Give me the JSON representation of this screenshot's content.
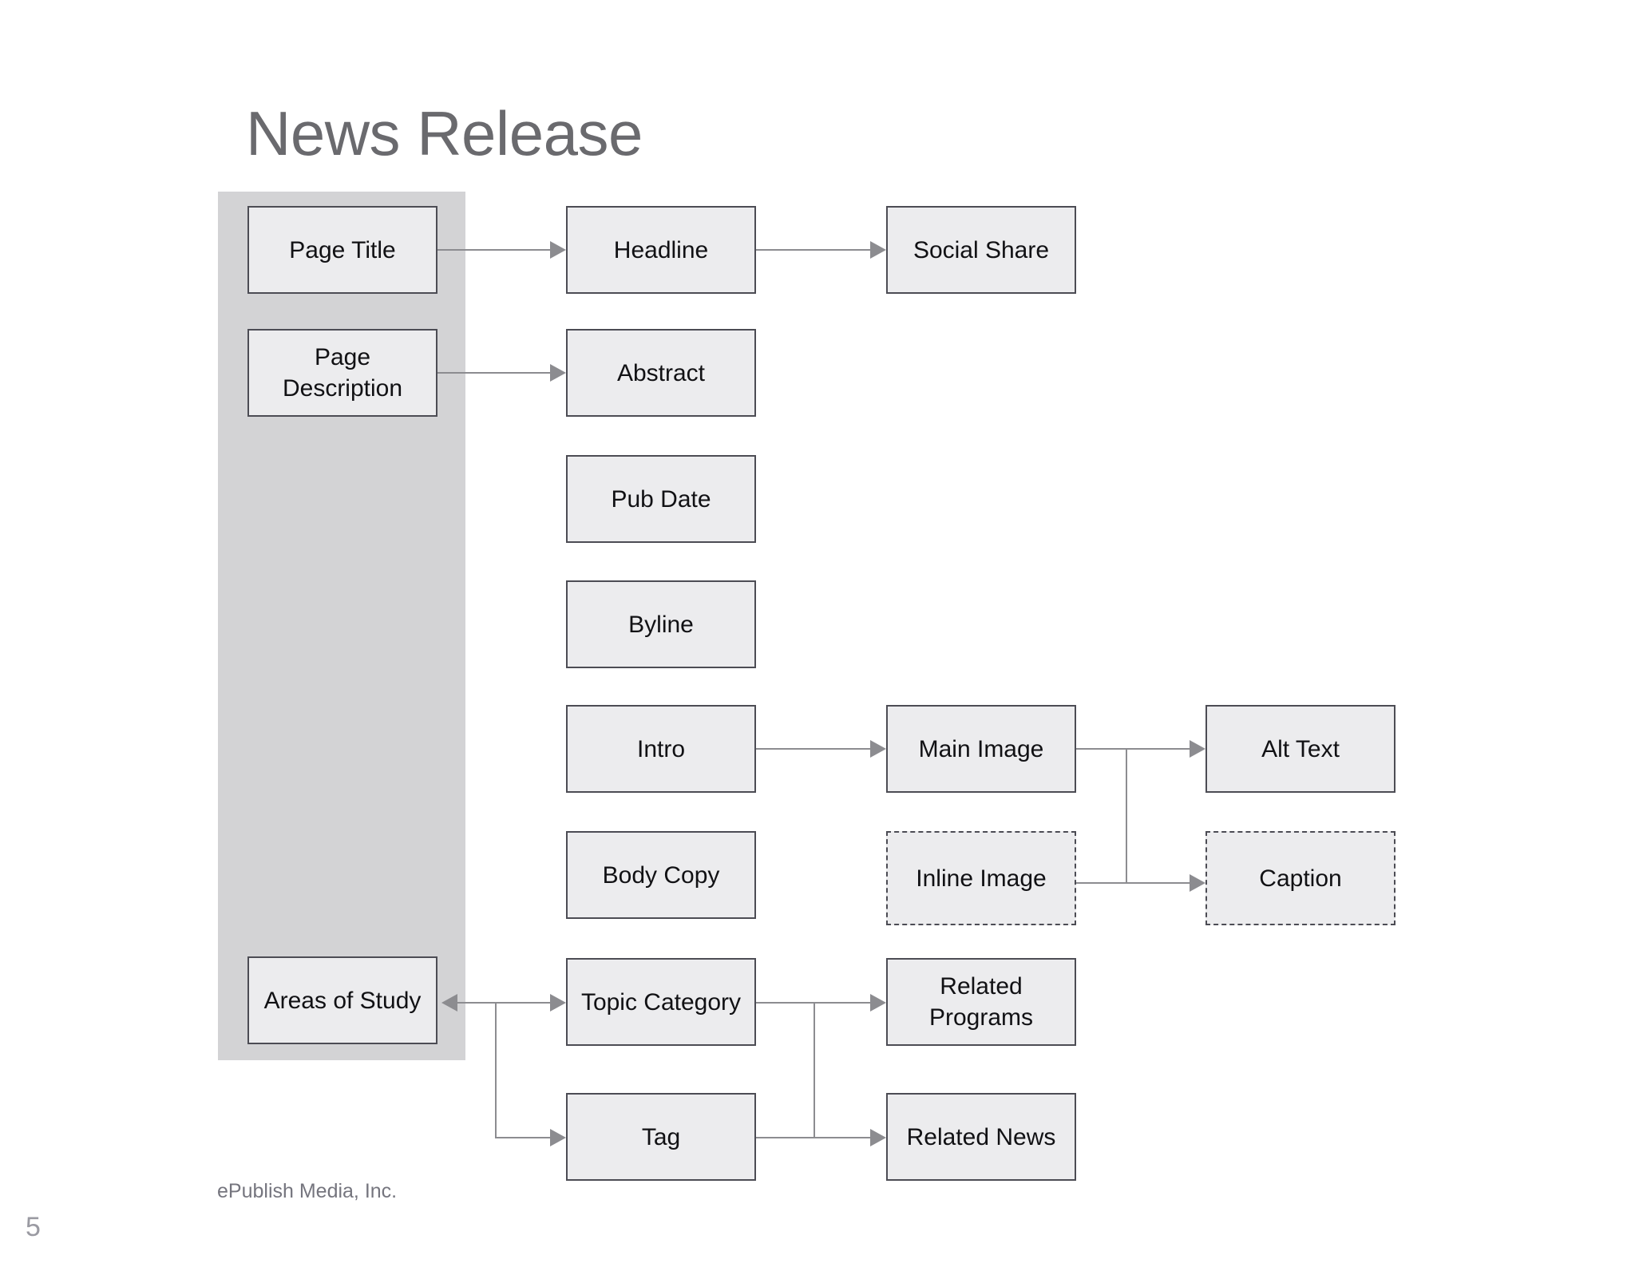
{
  "slide": {
    "title": "News Release",
    "footer_credit": "ePublish Media, Inc.",
    "page_number": "5",
    "background_color": "#ffffff",
    "title_color": "#6a6a6e",
    "highlight_column_color": "#d3d3d5",
    "node_fill_color": "#ececee",
    "node_border_color": "#4c4c54",
    "connector_color": "#8c8c90"
  },
  "diagram": {
    "type": "flow-diagram",
    "columns": [
      {
        "name": "page-metadata",
        "highlighted": true
      },
      {
        "name": "content-fields",
        "highlighted": false
      },
      {
        "name": "derived-assets",
        "highlighted": false
      },
      {
        "name": "asset-details",
        "highlighted": false
      }
    ],
    "nodes": [
      {
        "id": "page-title-node",
        "label": "Page Title",
        "column": 1,
        "style": "solid",
        "in_highlight": true
      },
      {
        "id": "page-description-node",
        "label": "Page\nDescription",
        "column": 1,
        "style": "solid",
        "in_highlight": true
      },
      {
        "id": "areas-of-study-node",
        "label": "Areas of Study",
        "column": 1,
        "style": "solid",
        "in_highlight": true
      },
      {
        "id": "headline-node",
        "label": "Headline",
        "column": 2,
        "style": "solid",
        "in_highlight": false
      },
      {
        "id": "abstract-node",
        "label": "Abstract",
        "column": 2,
        "style": "solid",
        "in_highlight": false
      },
      {
        "id": "pub-date-node",
        "label": "Pub Date",
        "column": 2,
        "style": "solid",
        "in_highlight": false
      },
      {
        "id": "byline-node",
        "label": "Byline",
        "column": 2,
        "style": "solid",
        "in_highlight": false
      },
      {
        "id": "intro-node",
        "label": "Intro",
        "column": 2,
        "style": "solid",
        "in_highlight": false
      },
      {
        "id": "body-copy-node",
        "label": "Body Copy",
        "column": 2,
        "style": "solid",
        "in_highlight": false
      },
      {
        "id": "topic-category-node",
        "label": "Topic Category",
        "column": 2,
        "style": "solid",
        "in_highlight": false
      },
      {
        "id": "tag-node",
        "label": "Tag",
        "column": 2,
        "style": "solid",
        "in_highlight": false
      },
      {
        "id": "social-share-node",
        "label": "Social Share",
        "column": 3,
        "style": "solid",
        "in_highlight": false
      },
      {
        "id": "main-image-node",
        "label": "Main Image",
        "column": 3,
        "style": "solid",
        "in_highlight": false
      },
      {
        "id": "inline-image-node",
        "label": "Inline Image",
        "column": 3,
        "style": "dashed",
        "in_highlight": false
      },
      {
        "id": "related-programs-node",
        "label": "Related\nPrograms",
        "column": 3,
        "style": "solid",
        "in_highlight": false
      },
      {
        "id": "related-news-node",
        "label": "Related News",
        "column": 3,
        "style": "solid",
        "in_highlight": false
      },
      {
        "id": "alt-text-node",
        "label": "Alt Text",
        "column": 4,
        "style": "solid",
        "in_highlight": false
      },
      {
        "id": "caption-node",
        "label": "Caption",
        "column": 4,
        "style": "dashed",
        "in_highlight": false
      }
    ],
    "edges": [
      {
        "from": "page-title-node",
        "to": "headline-node",
        "direction": "forward"
      },
      {
        "from": "headline-node",
        "to": "social-share-node",
        "direction": "forward"
      },
      {
        "from": "page-description-node",
        "to": "abstract-node",
        "direction": "forward"
      },
      {
        "from": "intro-node",
        "to": "main-image-node",
        "direction": "forward"
      },
      {
        "from": "main-image-node",
        "to": "alt-text-node",
        "direction": "forward"
      },
      {
        "from": "inline-image-node",
        "to": "caption-node",
        "direction": "forward"
      },
      {
        "from": "topic-category-node",
        "to": "areas-of-study-node",
        "direction": "backward"
      },
      {
        "from": "areas-of-study-node",
        "to": "topic-category-node",
        "direction": "forward"
      },
      {
        "from": "areas-of-study-node",
        "to": "tag-node",
        "direction": "forward"
      },
      {
        "from": "topic-category-node",
        "to": "related-programs-node",
        "direction": "forward"
      },
      {
        "from": "tag-node",
        "to": "related-news-node",
        "direction": "forward"
      }
    ]
  }
}
